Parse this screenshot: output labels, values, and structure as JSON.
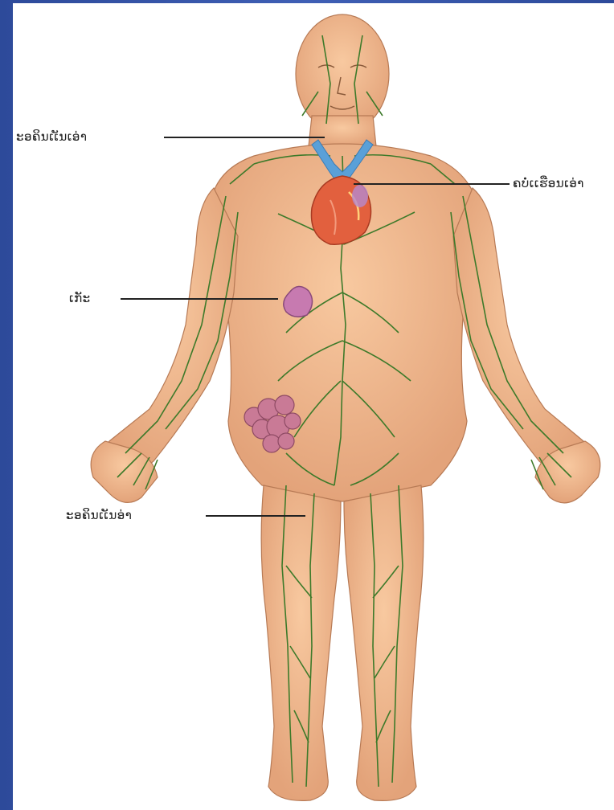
{
  "diagram": {
    "labels": [
      {
        "text": "ະອຄິນເເັນເອ່າ"
      },
      {
        "text": "ຄບໍ່ເເຮືອນເອ່າ"
      },
      {
        "text": "ເກັະ"
      },
      {
        "text": "ະອຄິນເເັນອ່າ"
      }
    ]
  },
  "colors": {
    "background": "#3f5fb5",
    "skin": "#f1b887",
    "skin_shadow": "#d9926a",
    "lymph_vessel": "#3d7a2a",
    "heart": "#e2603e",
    "spleen": "#c77ab0",
    "nodes": "#c97a96",
    "veins": "#5aa0d8"
  }
}
